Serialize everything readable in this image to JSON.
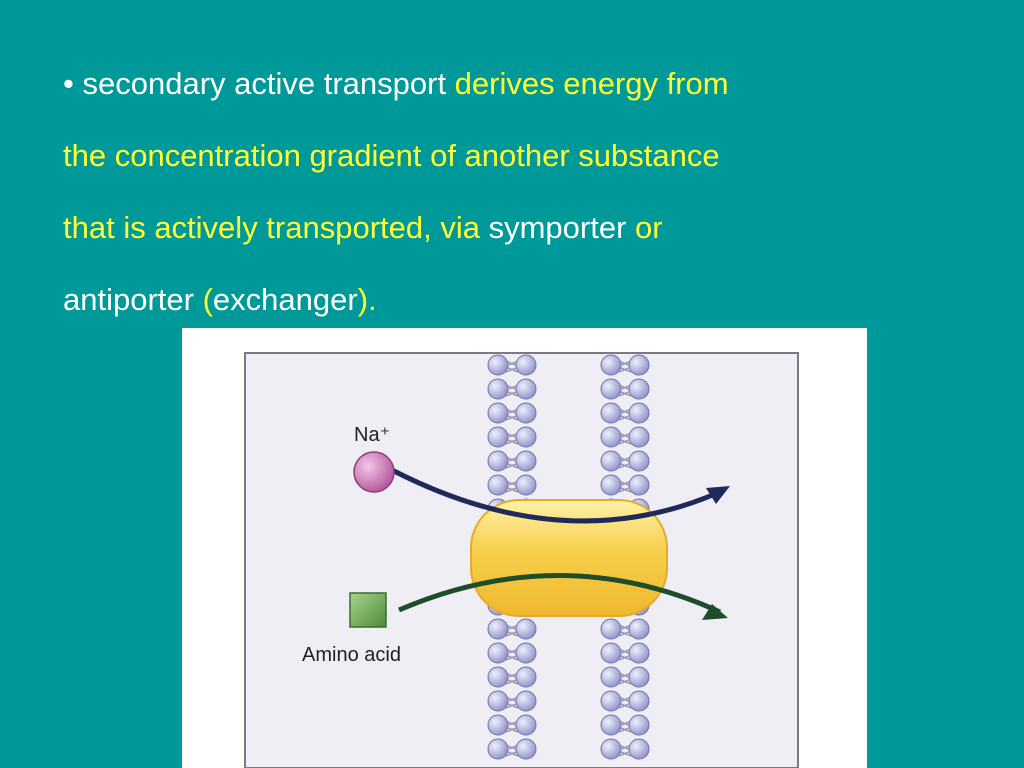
{
  "slide": {
    "bullet": "•",
    "segments": [
      {
        "text": "secondary active transport",
        "color": "white"
      },
      {
        "text": " derives energy from",
        "color": "yellow"
      },
      {
        "text": "the concentration gradient of another substance",
        "color": "yellow"
      },
      {
        "text": "that is actively transported, via ",
        "color": "yellow"
      },
      {
        "text": "symporter",
        "color": "white"
      },
      {
        "text": " or",
        "color": "yellow"
      },
      {
        "text": "antiporter",
        "color": "white"
      },
      {
        "text": " (",
        "color": "yellow"
      },
      {
        "text": "exchanger",
        "color": "white"
      },
      {
        "text": ").",
        "color": "yellow"
      }
    ]
  },
  "figure": {
    "na_label": "Na⁺",
    "amino_label": "Amino acid",
    "colors": {
      "sodium": "#b5559a",
      "amino": "#6aa84f",
      "protein": "#f5c842",
      "na_arrow": "#1f2a5a",
      "aa_arrow": "#1f4d2a",
      "lipid_head": "#a7a9d6"
    }
  }
}
